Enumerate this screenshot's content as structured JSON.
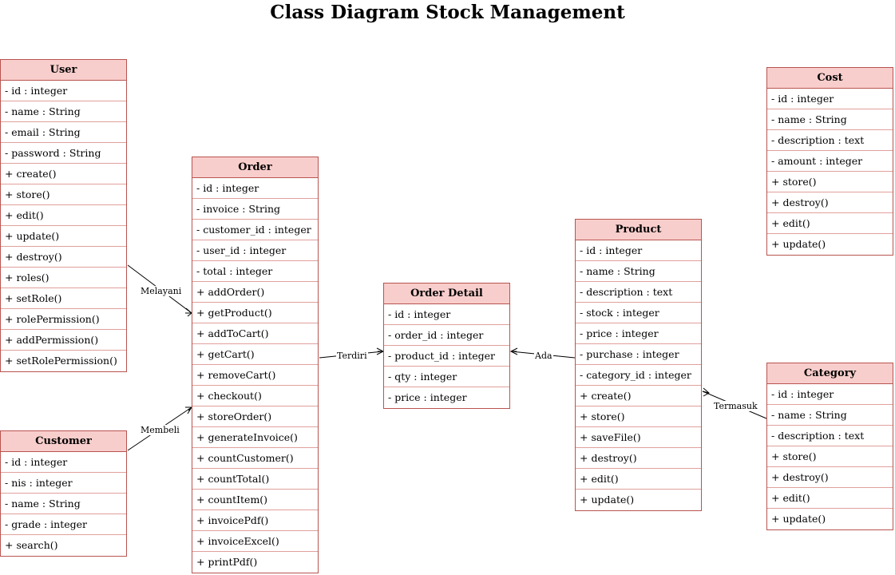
{
  "title": "Class Diagram Stock Management",
  "classes": {
    "user": {
      "name": "User",
      "members": [
        "- id : integer",
        "- name : String",
        "- email : String",
        "- password : String",
        "+ create()",
        "+ store()",
        "+ edit()",
        "+ update()",
        "+ destroy()",
        "+ roles()",
        "+ setRole()",
        "+ rolePermission()",
        "+ addPermission()",
        "+ setRolePermission()"
      ]
    },
    "customer": {
      "name": "Customer",
      "members": [
        "- id : integer",
        "- nis : integer",
        "- name : String",
        "- grade : integer",
        "+ search()"
      ]
    },
    "order": {
      "name": "Order",
      "members": [
        "- id : integer",
        "- invoice : String",
        "- customer_id : integer",
        "- user_id : integer",
        "- total : integer",
        "+ addOrder()",
        "+ getProduct()",
        "+ addToCart()",
        "+ getCart()",
        "+ removeCart()",
        "+ checkout()",
        "+ storeOrder()",
        "+ generateInvoice()",
        "+ countCustomer()",
        "+ countTotal()",
        "+ countItem()",
        "+ invoicePdf()",
        "+ invoiceExcel()",
        "+ printPdf()"
      ]
    },
    "order_detail": {
      "name": "Order Detail",
      "members": [
        "- id : integer",
        "- order_id : integer",
        "- product_id : integer",
        "- qty : integer",
        "- price : integer"
      ]
    },
    "product": {
      "name": "Product",
      "members": [
        "- id : integer",
        "- name : String",
        "- description : text",
        "- stock : integer",
        "- price : integer",
        "- purchase : integer",
        "- category_id : integer",
        "+ create()",
        "+ store()",
        "+ saveFile()",
        "+ destroy()",
        "+ edit()",
        "+ update()"
      ]
    },
    "cost": {
      "name": "Cost",
      "members": [
        "- id : integer",
        "- name : String",
        "- description : text",
        "- amount : integer",
        "+ store()",
        "+ destroy()",
        "+ edit()",
        "+ update()"
      ]
    },
    "category": {
      "name": "Category",
      "members": [
        "- id : integer",
        "- name : String",
        "- description : text",
        "+ store()",
        "+ destroy()",
        "+ edit()",
        "+ update()"
      ]
    }
  },
  "relations": {
    "melayani": "Melayani",
    "membeli": "Membeli",
    "terdiri": "Terdiri",
    "ada": "Ada",
    "termasuk": "Termasuk"
  },
  "colors": {
    "header_fill": "#f8cecc",
    "border": "#b85450"
  }
}
